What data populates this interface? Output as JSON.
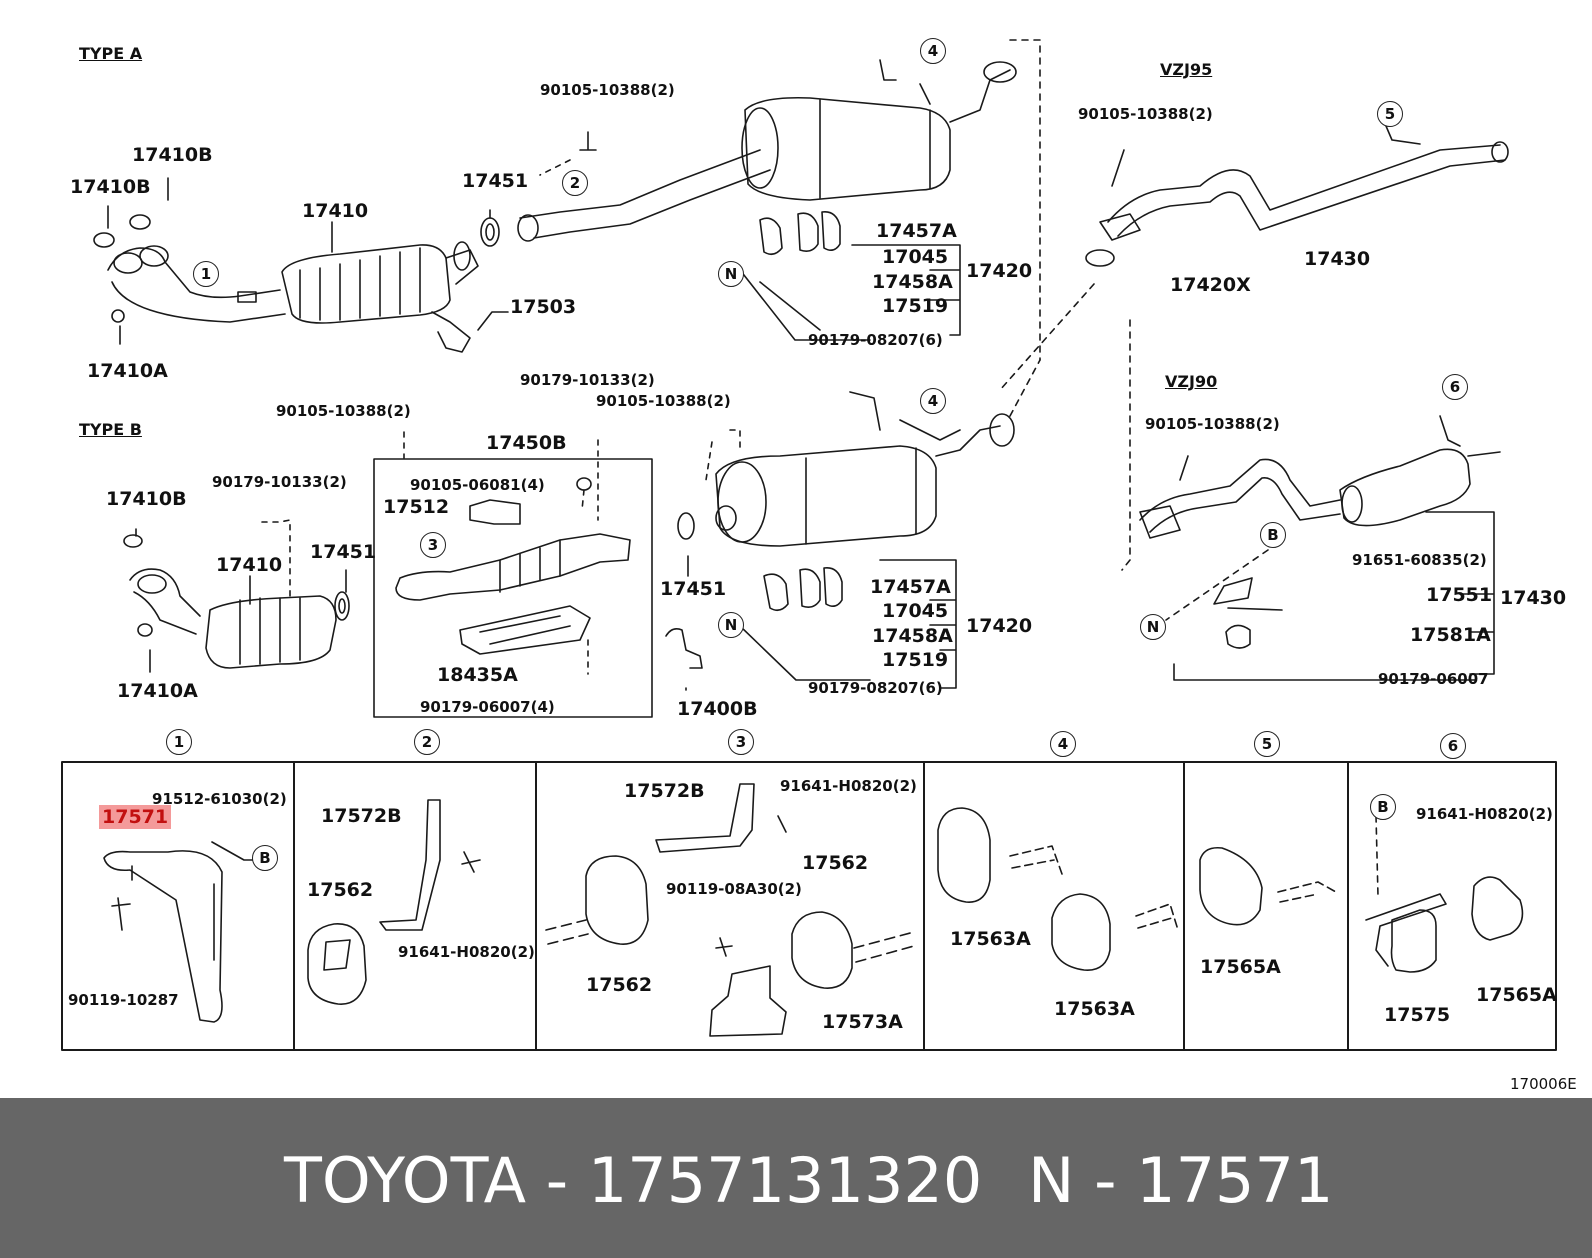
{
  "diagram": {
    "sections": {
      "type_a": "TYPE A",
      "type_b": "TYPE B",
      "vzj95": "VZJ95",
      "vzj90": "VZJ90"
    },
    "callouts": [
      "1",
      "2",
      "3",
      "4",
      "5",
      "6"
    ],
    "letters": {
      "n": "N",
      "b": "B"
    },
    "labels": {
      "a_17410b_1": "17410B",
      "a_17410b_2": "17410B",
      "a_17410": "17410",
      "a_17410a": "17410A",
      "a_17451": "17451",
      "a_17503": "17503",
      "a_90105": "90105-10388(2)",
      "a_17457a": "17457A",
      "a_17045": "17045",
      "a_17458a": "17458A",
      "a_17519": "17519",
      "a_17420": "17420",
      "a_90179": "90179-08207(6)",
      "v95_90105": "90105-10388(2)",
      "v95_17430": "17430",
      "v95_17420x": "17420X",
      "b_90105_1": "90105-10388(2)",
      "b_90179_1": "90179-10133(2)",
      "b_90105_2": "90105-10388(2)",
      "b_17450b": "17450B",
      "b_90179_2": "90179-10133(2)",
      "b_17410b": "17410B",
      "b_17410": "17410",
      "b_17451": "17451",
      "b_17410a": "17410A",
      "b_90105_06081": "90105-06081(4)",
      "b_17512": "17512",
      "b_18435a": "18435A",
      "b_90179_06007": "90179-06007(4)",
      "b_17451_2": "17451",
      "b_17400b": "17400B",
      "b_17457a": "17457A",
      "b_17045": "17045",
      "b_17458a": "17458A",
      "b_17519": "17519",
      "b_17420": "17420",
      "b_90179_08207": "90179-08207(6)",
      "v90_90105": "90105-10388(2)",
      "v90_91651": "91651-60835(2)",
      "v90_17551": "17551",
      "v90_17430": "17430",
      "v90_17581a": "17581A",
      "v90_90179": "90179-06007",
      "p1_91512": "91512-61030(2)",
      "p1_17571": "17571",
      "p1_90119": "90119-10287",
      "p2_17572b": "17572B",
      "p2_17562": "17562",
      "p2_91641": "91641-H0820(2)",
      "p3_17572b": "17572B",
      "p3_91641": "91641-H0820(2)",
      "p3_17562_1": "17562",
      "p3_90119": "90119-08A30(2)",
      "p3_17562_2": "17562",
      "p3_17573a": "17573A",
      "p4_17563a_1": "17563A",
      "p4_17563a_2": "17563A",
      "p5_17565a": "17565A",
      "p6_91641": "91641-H0820(2)",
      "p6_17575": "17575",
      "p6_17565a": "17565A"
    },
    "ref_code": "170006E"
  },
  "footer": {
    "brand_part": "TOYOTA - 1757131320",
    "ref_part": "N - 17571"
  },
  "colors": {
    "highlight_bg": "#f49a9a",
    "highlight_text": "#c21010",
    "footer_bg": "#666666",
    "footer_text": "#ffffff"
  }
}
